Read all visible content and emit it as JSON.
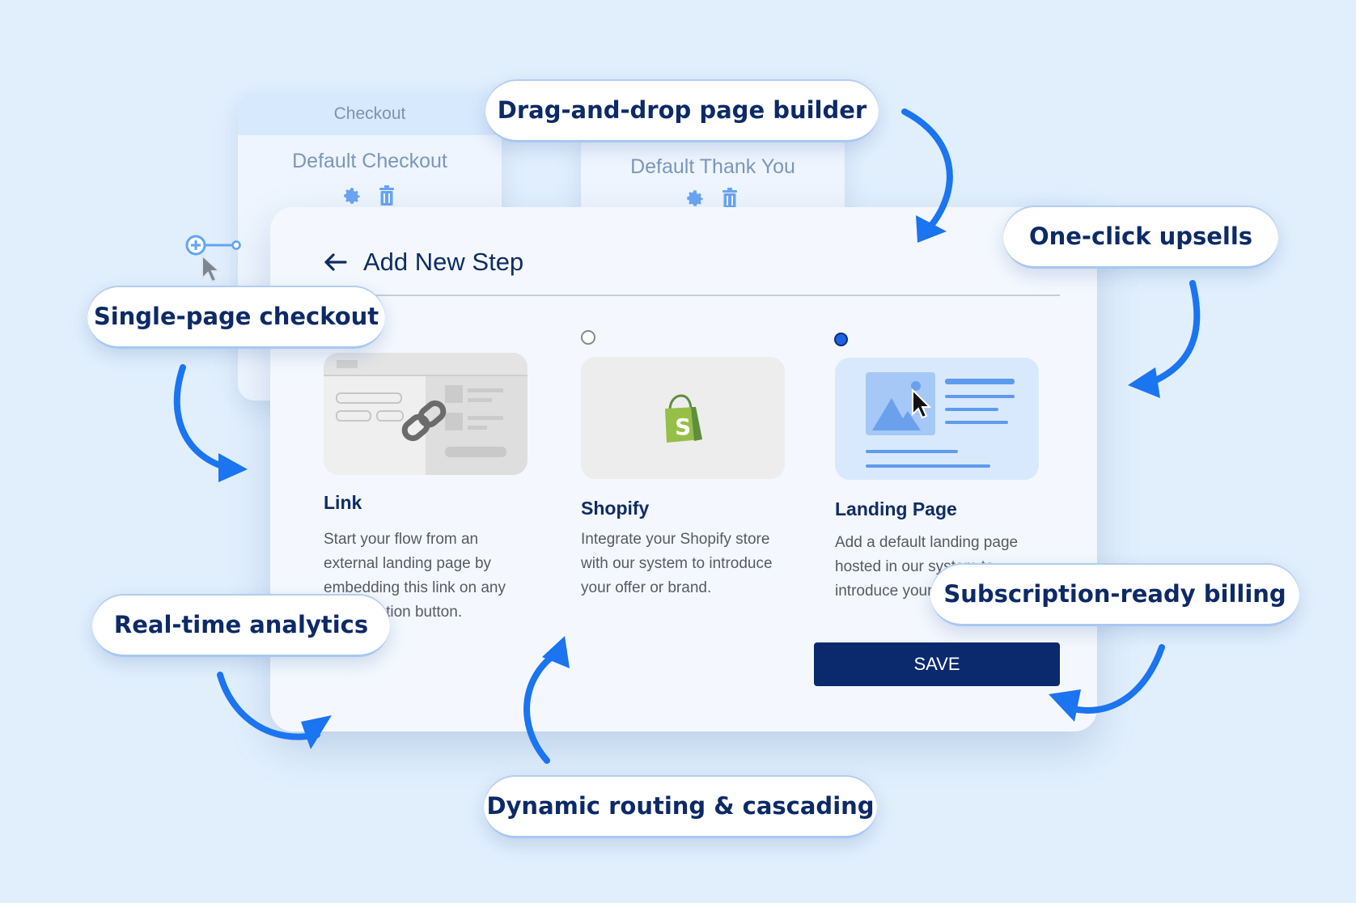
{
  "background_cards": {
    "checkout": {
      "header": "Checkout",
      "title": "Default Checkout"
    },
    "thankyou": {
      "title": "Default Thank You"
    }
  },
  "panel": {
    "title": "Add New Step",
    "options": [
      {
        "title": "Link",
        "description": "Start your flow from an external landing page by embedding this link on any call-to-action button.",
        "selected": false
      },
      {
        "title": "Shopify",
        "description": "Integrate your Shopify store with our system to introduce your offer or brand.",
        "selected": false
      },
      {
        "title": "Landing Page",
        "description": "Add a default landing page hosted in our system to introduce your offer.",
        "selected": true
      }
    ],
    "save_label": "SAVE"
  },
  "features": {
    "drag_drop": "Drag-and-drop page builder",
    "one_click": "One-click upsells",
    "single_page": "Single-page checkout",
    "analytics": "Real-time analytics",
    "subscription": "Subscription-ready billing",
    "routing": "Dynamic routing & cascading"
  },
  "colors": {
    "background": "#e1effd",
    "accent": "#1b74f0",
    "navy": "#0b2a6e"
  }
}
